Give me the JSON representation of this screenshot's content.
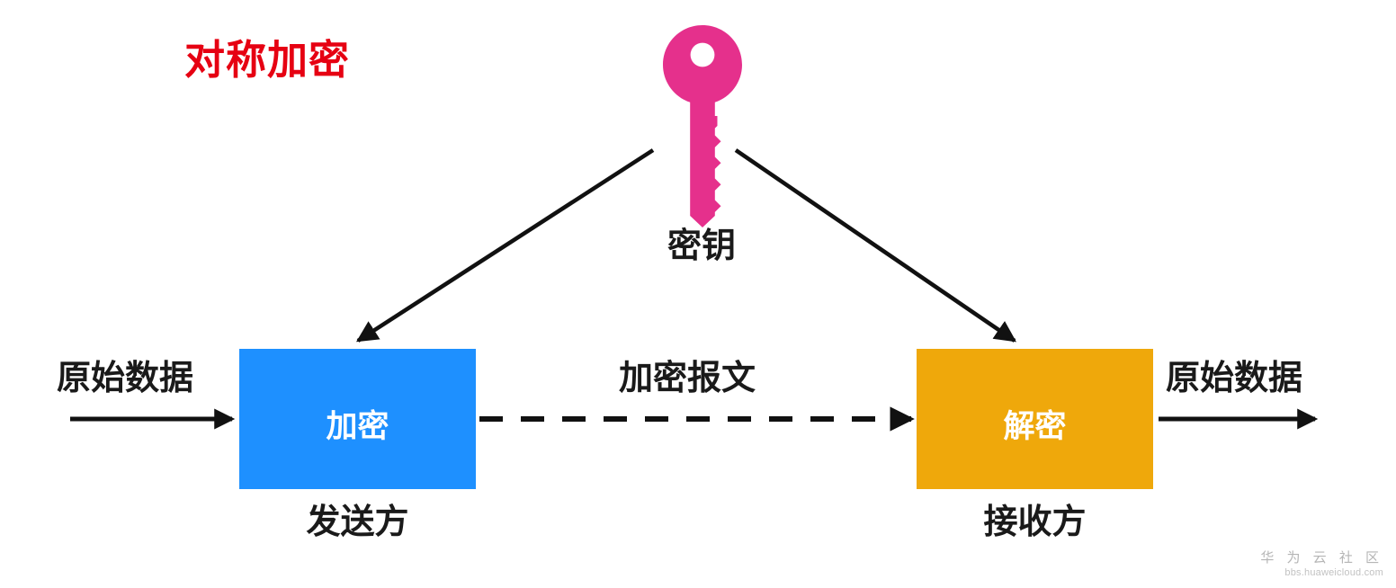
{
  "diagram": {
    "title": "对称加密",
    "title_color": "#E60012",
    "background": "#ffffff"
  },
  "key": {
    "icon": "key-icon",
    "label": "密钥",
    "color": "#E5308C"
  },
  "nodes": [
    {
      "id": "encrypt",
      "label": "加密",
      "role_label": "发送方",
      "fill": "#1E90FF",
      "text_color": "#ffffff"
    },
    {
      "id": "decrypt",
      "label": "解密",
      "role_label": "接收方",
      "fill": "#EFA80B",
      "text_color": "#ffffff"
    }
  ],
  "flows": {
    "input_label": "原始数据",
    "cipher_label": "加密报文",
    "output_label": "原始数据",
    "arrow_color": "#111111",
    "cipher_style": "dashed"
  },
  "key_links": {
    "to_encrypt": "密钥 → 加密",
    "to_decrypt": "密钥 → 解密"
  },
  "watermark": {
    "brand": "华 为 云 社 区",
    "url": "bbs.huaweicloud.com"
  }
}
